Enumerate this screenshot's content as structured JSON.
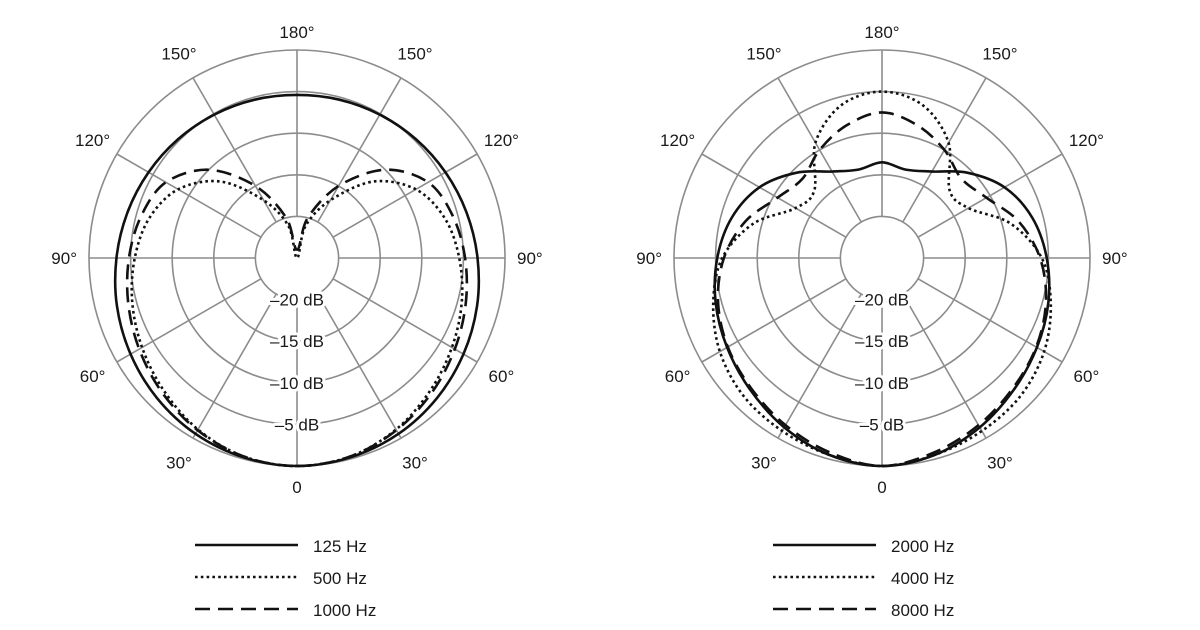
{
  "colors": {
    "ink": "#111111",
    "grid": "#8c8c8c",
    "background": "#ffffff"
  },
  "chart_data": [
    {
      "type": "polar",
      "angle_labels": [
        {
          "angle": 0,
          "label": "0"
        },
        {
          "angle": 30,
          "label": "30°"
        },
        {
          "angle": 60,
          "label": "60°"
        },
        {
          "angle": 90,
          "label": "90°"
        },
        {
          "angle": 120,
          "label": "120°"
        },
        {
          "angle": 150,
          "label": "150°"
        },
        {
          "angle": 180,
          "label": "180°"
        },
        {
          "angle": -30,
          "label": "30°"
        },
        {
          "angle": -60,
          "label": "60°"
        },
        {
          "angle": -90,
          "label": "90°"
        },
        {
          "angle": -120,
          "label": "120°"
        },
        {
          "angle": -150,
          "label": "150°"
        }
      ],
      "radial_unit": "dB",
      "radial_range": [
        -25,
        0
      ],
      "radial_labels": [
        {
          "value": -20,
          "label": "–20 dB"
        },
        {
          "value": -15,
          "label": "–15 dB"
        },
        {
          "value": -10,
          "label": "–10 dB"
        },
        {
          "value": -5,
          "label": "–5 dB"
        }
      ],
      "legend_position": "bottom",
      "series": [
        {
          "name": "125 Hz",
          "dash": "solid",
          "angles": [
            0,
            15,
            30,
            45,
            60,
            75,
            90,
            105,
            120,
            135,
            150,
            165,
            180
          ],
          "values": [
            0,
            -0.2,
            -0.6,
            -1.2,
            -1.9,
            -2.6,
            -3.3,
            -3.9,
            -4.4,
            -4.8,
            -5.1,
            -5.3,
            -5.4
          ]
        },
        {
          "name": "500 Hz",
          "dash": "dotted",
          "angles": [
            0,
            15,
            30,
            45,
            60,
            75,
            90,
            105,
            120,
            135,
            150,
            165,
            180
          ],
          "values": [
            0,
            -0.3,
            -1.2,
            -2.4,
            -3.5,
            -4.5,
            -5.5,
            -6.6,
            -8.5,
            -12,
            -17,
            -21,
            -25
          ]
        },
        {
          "name": "1000 Hz",
          "dash": "dashed",
          "angles": [
            0,
            15,
            30,
            45,
            60,
            75,
            90,
            105,
            120,
            135,
            150,
            165,
            180
          ],
          "values": [
            0,
            -0.3,
            -1.1,
            -2.1,
            -3.1,
            -4.0,
            -4.8,
            -5.6,
            -6.8,
            -10,
            -15,
            -20,
            -24
          ]
        }
      ]
    },
    {
      "type": "polar",
      "angle_labels": [
        {
          "angle": 0,
          "label": "0"
        },
        {
          "angle": 30,
          "label": "30°"
        },
        {
          "angle": 60,
          "label": "60°"
        },
        {
          "angle": 90,
          "label": "90°"
        },
        {
          "angle": 120,
          "label": "120°"
        },
        {
          "angle": 150,
          "label": "150°"
        },
        {
          "angle": 180,
          "label": "180°"
        },
        {
          "angle": -30,
          "label": "30°"
        },
        {
          "angle": -60,
          "label": "60°"
        },
        {
          "angle": -90,
          "label": "90°"
        },
        {
          "angle": -120,
          "label": "120°"
        },
        {
          "angle": -150,
          "label": "150°"
        }
      ],
      "radial_unit": "dB",
      "radial_range": [
        -25,
        0
      ],
      "radial_labels": [
        {
          "value": -20,
          "label": "–20 dB"
        },
        {
          "value": -15,
          "label": "–15 dB"
        },
        {
          "value": -10,
          "label": "–10 dB"
        },
        {
          "value": -5,
          "label": "–5 dB"
        }
      ],
      "legend_position": "bottom",
      "series": [
        {
          "name": "2000 Hz",
          "dash": "solid",
          "angles": [
            0,
            15,
            30,
            45,
            60,
            75,
            90,
            105,
            120,
            135,
            150,
            165,
            180
          ],
          "values": [
            0,
            -0.5,
            -1.5,
            -2.6,
            -3.5,
            -4.3,
            -5.2,
            -6.3,
            -8.0,
            -10.5,
            -13.0,
            -14.0,
            -13.5
          ]
        },
        {
          "name": "4000 Hz",
          "dash": "dotted",
          "angles": [
            0,
            15,
            30,
            45,
            60,
            75,
            90,
            105,
            120,
            135,
            150,
            165,
            180
          ],
          "values": [
            0,
            -0.5,
            -1.0,
            -1.5,
            -2.5,
            -4.0,
            -5.8,
            -9.0,
            -13.0,
            -13.5,
            -9.0,
            -6.0,
            -5.0
          ]
        },
        {
          "name": "8000 Hz",
          "dash": "dashed",
          "angles": [
            0,
            15,
            30,
            45,
            60,
            75,
            90,
            105,
            120,
            135,
            150,
            165,
            180
          ],
          "values": [
            0,
            -0.8,
            -1.8,
            -2.8,
            -3.6,
            -4.6,
            -6.0,
            -8.0,
            -10.5,
            -11.5,
            -10.0,
            -8.5,
            -7.5
          ]
        }
      ]
    }
  ]
}
